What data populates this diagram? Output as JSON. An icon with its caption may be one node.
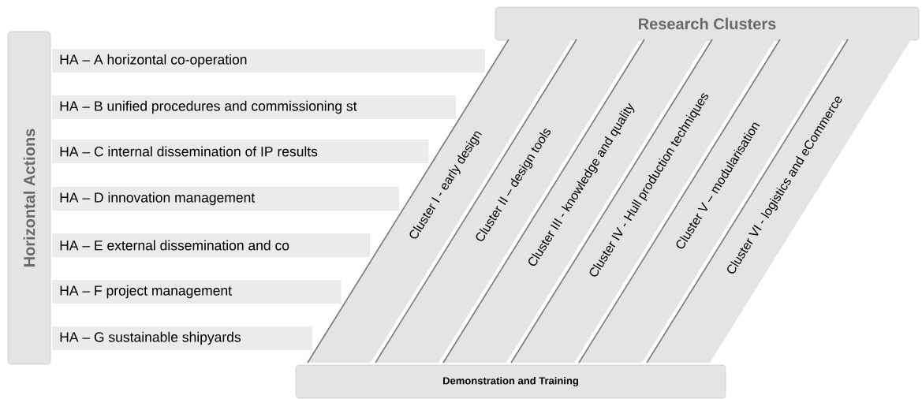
{
  "diagram": {
    "nodes": [
      {
        "text": [
          "Horizontal Actions"
        ]
      },
      {
        "text": [
          "HA – A horizontal co-operation"
        ]
      },
      {
        "text": [
          "HA – B unified procedures and commissioning st"
        ]
      },
      {
        "text": [
          "HA – C internal dissemination of IP results"
        ]
      },
      {
        "text": [
          "HA – D innovation management"
        ]
      },
      {
        "text": [
          "HA – E external dissemination and co"
        ]
      },
      {
        "text": [
          "HA – F project management"
        ]
      },
      {
        "text": [
          "HA – G sustainable shipyards"
        ]
      },
      {
        "text": [
          "Research Clusters"
        ]
      },
      {
        "text": [
          "Cluster I - early design"
        ]
      },
      {
        "text": [
          "Cluster II – design tools"
        ]
      },
      {
        "text": [
          "Cluster III - knowledge and quality"
        ]
      },
      {
        "text": [
          "Cluster IV -  Hull production techniques"
        ]
      },
      {
        "text": [
          "Cluster V – modularisation"
        ]
      },
      {
        "text": [
          "Cluster VI - logistics and eCommerce"
        ]
      },
      {
        "text": [
          "Demonstration and Training"
        ]
      }
    ]
  }
}
